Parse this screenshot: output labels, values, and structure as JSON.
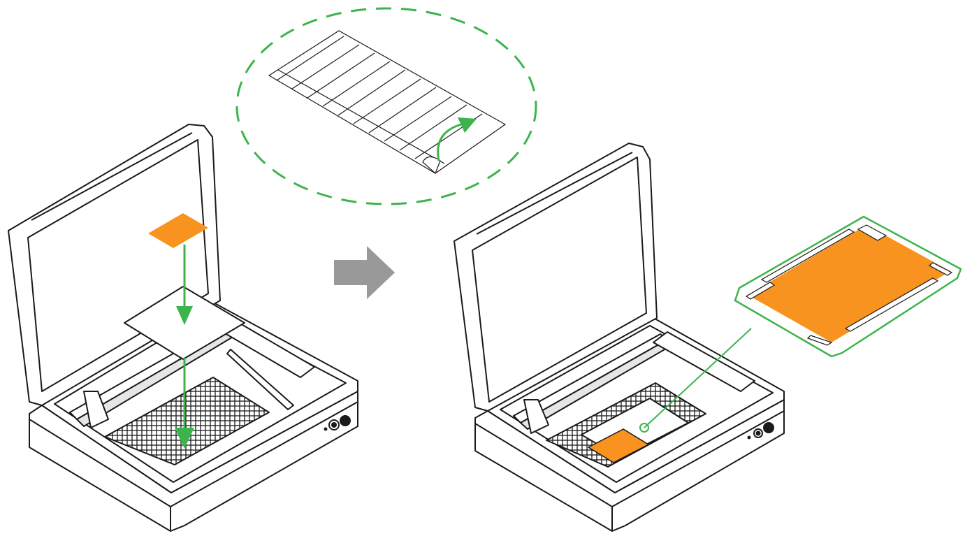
{
  "diagram": {
    "step_before": {
      "device": "laser-engraver-lid-open",
      "sheet": "double-sided-tape-sheet",
      "material": "orange-workpiece",
      "action": "place-on-honeycomb-bed"
    },
    "detail_callout": {
      "shape": "dashed-ellipse",
      "content": "tape-sheet-peel-backing",
      "icon": "curved-arrow-icon"
    },
    "transition_icon": "right-arrow-icon",
    "step_after": {
      "device": "laser-engraver-lid-open",
      "material": "orange-workpiece-taped-on-bed",
      "zoom_callout": "workpiece-with-tape-strips"
    }
  },
  "colors": {
    "line": "#1a1a1a",
    "accent_green": "#3cb44b",
    "orange": "#f7931e",
    "arrow_gray": "#999999",
    "fill_white": "#ffffff"
  }
}
